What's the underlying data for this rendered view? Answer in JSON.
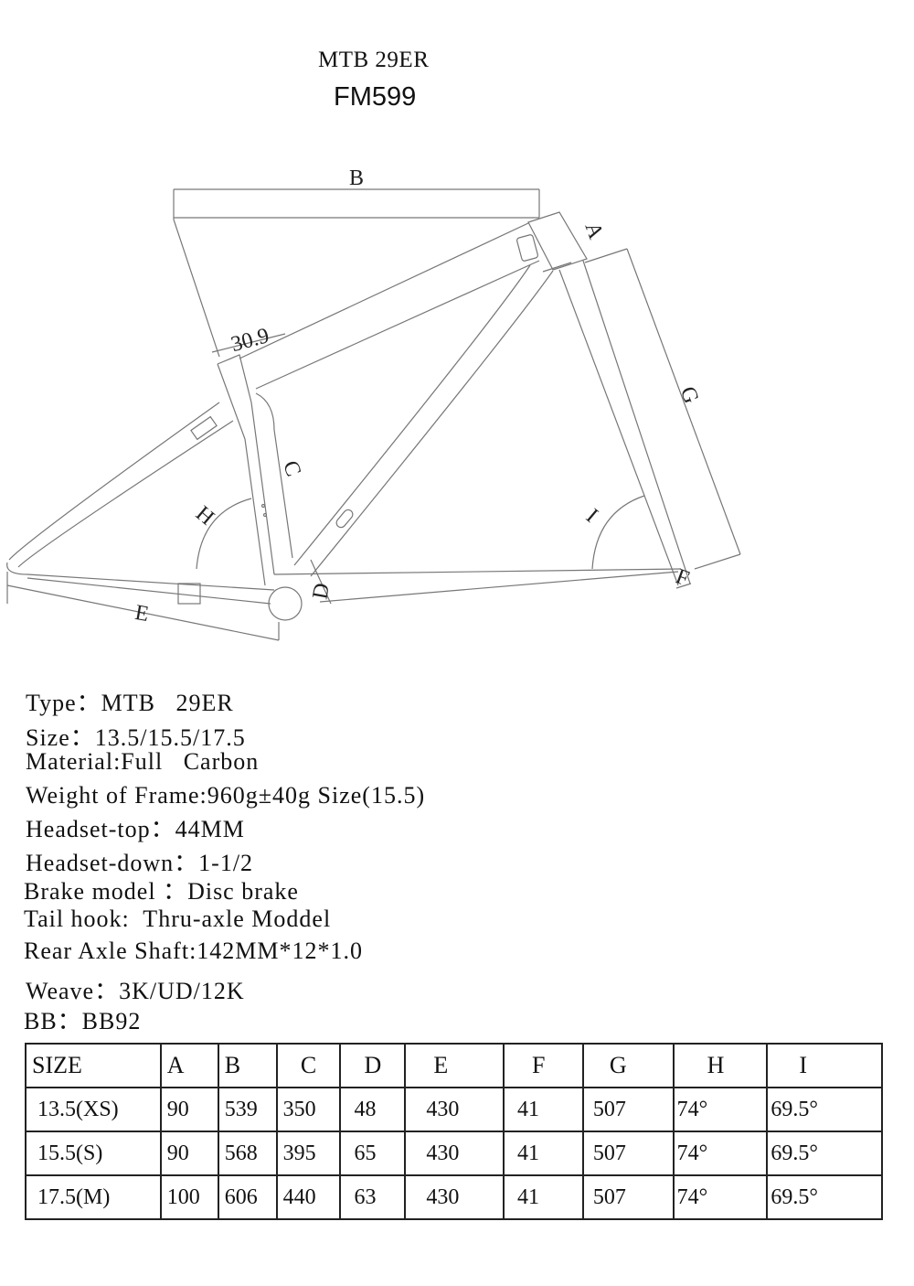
{
  "header": {
    "type_line": "MTB 29ER",
    "model": "FM599"
  },
  "diagram": {
    "labels": {
      "A": "A",
      "B": "B",
      "C": "C",
      "D": "D",
      "E": "E",
      "F": "F",
      "G": "G",
      "H": "H",
      "I": "I",
      "seatpost": "30.9"
    }
  },
  "specs": [
    "Type：MTB   29ER",
    "Size：13.5/15.5/17.5",
    "Material:Full   Carbon",
    "Weight of Frame:960g±40g Size(15.5)",
    "Headset-top：44MM",
    "Headset-down：1-1/2",
    "Brake model ：Disc brake",
    "Tail hook:  Thru-axle Moddel",
    "Rear Axle Shaft:142MM*12*1.0",
    "Weave：3K/UD/12K",
    "BB：BB92"
  ],
  "table": {
    "headers": [
      "SIZE",
      "A",
      "B",
      "C",
      "D",
      "E",
      "F",
      "G",
      "H",
      "I"
    ],
    "rows": [
      [
        "13.5(XS)",
        "90",
        "539",
        "350",
        "48",
        "430",
        "41",
        "507",
        "74°",
        "69.5°"
      ],
      [
        "15.5(S)",
        "90",
        "568",
        "395",
        "65",
        "430",
        "41",
        "507",
        "74°",
        "69.5°"
      ],
      [
        "17.5(M)",
        "100",
        "606",
        "440",
        "63",
        "430",
        "41",
        "507",
        "74°",
        "69.5°"
      ]
    ]
  }
}
